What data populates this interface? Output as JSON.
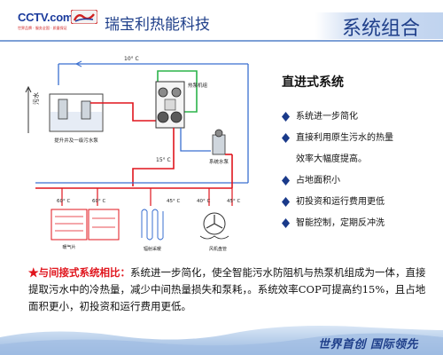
{
  "header": {
    "logo_text": "CCTV.com",
    "logo_sub": "世界品牌 · 服务全国 · 质量保证",
    "company": "瑞宝利热能科技",
    "title": "系统组合"
  },
  "diagram": {
    "temp_top": "10° C",
    "temp_mid": "15° C",
    "sewage_label": "污水",
    "sewage_pump_label": "提升井及一级污水泵",
    "heat_pump_label": "热泵机组",
    "system_pump_label": "系统水泵",
    "terminals": [
      {
        "temp": "60° C",
        "name": "暖气片"
      },
      {
        "temp": "60° C",
        "name": ""
      },
      {
        "temp": "45° C",
        "name": "辐射采暖"
      },
      {
        "temp": "40° C",
        "name": "风机盘管"
      },
      {
        "temp": "45° C",
        "name": ""
      }
    ]
  },
  "features": {
    "title": "直进式系统",
    "items": [
      {
        "line1": "系统进一步简化",
        "line2": ""
      },
      {
        "line1": "直接利用原生污水的热量",
        "line2": "效率大幅度提高。"
      },
      {
        "line1": "占地面积小",
        "line2": ""
      },
      {
        "line1": "初投资和运行费用更低",
        "line2": ""
      },
      {
        "line1": "智能控制，定期反冲洗",
        "line2": ""
      }
    ]
  },
  "comparison": {
    "lead": "★与间接式系统相比：",
    "body": "系统进一步简化，使全智能污水防阻机与热泵机组成为一体，直接提取污水中的冷热量，减少中间热量损失和泵耗，。系统效率COP可提高约15%，且占地面积更小，初投资和运行费用更低。"
  },
  "footer": {
    "slogan": "世界首创 国际领先"
  },
  "colors": {
    "brand_blue": "#1f3f8a",
    "hot_pipe": "#e0151d",
    "cold_pipe": "#2bb34a",
    "return_pipe": "#3a6fd0",
    "bullet_blue": "#1a3a8a"
  }
}
